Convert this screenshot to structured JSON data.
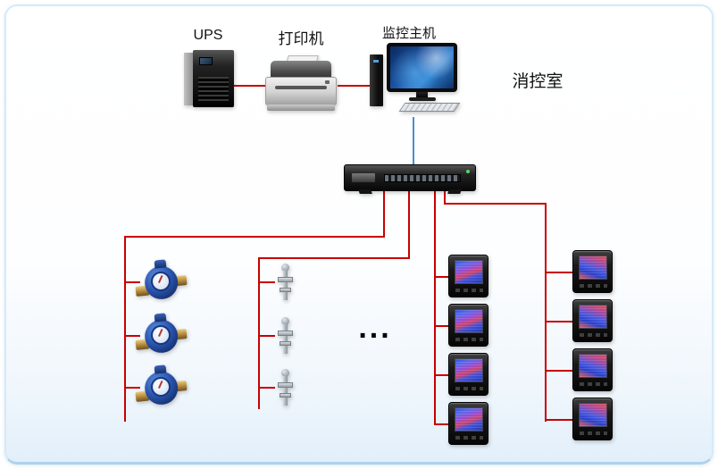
{
  "diagram": {
    "labels": {
      "ups": "UPS",
      "printer": "打印机",
      "host": "监控主机",
      "room": "消控室",
      "ellipsis": "..."
    },
    "colors": {
      "line_red": "#c80000",
      "line_blue": "#4a8fd0",
      "card_border": "#d7e9f7",
      "card_bg_bottom": "#e2effa"
    },
    "nodes": {
      "ups_count": 1,
      "printer_count": 1,
      "monitor_host_count": 1,
      "serial_server_count": 1,
      "water_meter_count": 3,
      "valve_sensor_count": 3,
      "power_meter_left_count": 4,
      "power_meter_right_count": 4
    }
  }
}
